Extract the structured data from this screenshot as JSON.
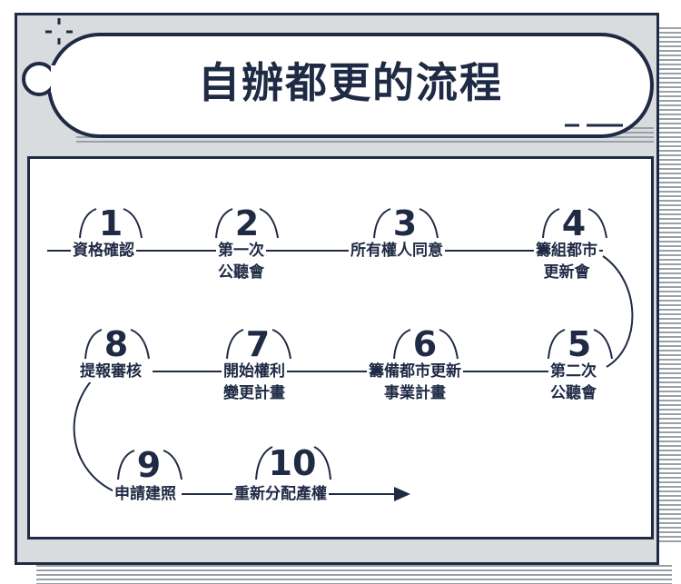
{
  "title": "自辦都更的流程",
  "steps": [
    {
      "number": "1",
      "line1": "資格確認",
      "line2": ""
    },
    {
      "number": "2",
      "line1": "第一次",
      "line2": "公聽會"
    },
    {
      "number": "3",
      "line1": "所有權人同意",
      "line2": ""
    },
    {
      "number": "4",
      "line1": "籌組都市",
      "line2": "更新會"
    },
    {
      "number": "5",
      "line1": "第二次",
      "line2": "公聽會"
    },
    {
      "number": "6",
      "line1": "籌備都市更新",
      "line2": "事業計畫"
    },
    {
      "number": "7",
      "line1": "開始權利",
      "line2": "變更計畫"
    },
    {
      "number": "8",
      "line1": "提報審核",
      "line2": ""
    },
    {
      "number": "9",
      "line1": "申請建照",
      "line2": ""
    },
    {
      "number": "10",
      "line1": "重新分配產權",
      "line2": ""
    }
  ],
  "colors": {
    "ink": "#1f2a44",
    "frame": "#d9dcdf",
    "stripe": "#9aa0a8"
  }
}
